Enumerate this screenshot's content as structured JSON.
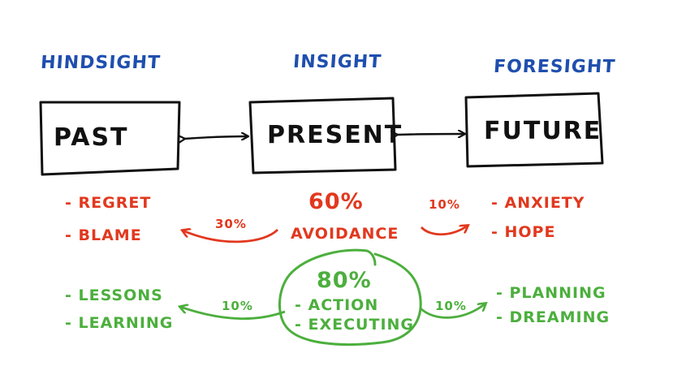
{
  "headers": {
    "hindsight": "HINDSIGHT",
    "insight": "INSIGHT",
    "foresight": "FORESIGHT"
  },
  "boxes": {
    "past": "PAST",
    "present": "PRESENT",
    "future": "FUTURE"
  },
  "negative": {
    "past_items": [
      "- REGRET",
      "- BLAME"
    ],
    "present_percent": "60%",
    "present_label": "AVOIDANCE",
    "to_past_percent": "30%",
    "to_future_percent": "10%",
    "future_items": [
      "- ANXIETY",
      "- HOPE"
    ]
  },
  "positive": {
    "past_items": [
      "- LESSONS",
      "- LEARNING"
    ],
    "present_percent": "80%",
    "present_items": [
      "- ACTION",
      "- EXECUTING"
    ],
    "to_past_percent": "10%",
    "to_future_percent": "10%",
    "future_items": [
      "- PLANNING",
      "- DREAMING"
    ]
  },
  "colors": {
    "header_blue": "#1f4fae",
    "box_black": "#111111",
    "negative_red": "#e2381e",
    "positive_green": "#4caf3d"
  }
}
